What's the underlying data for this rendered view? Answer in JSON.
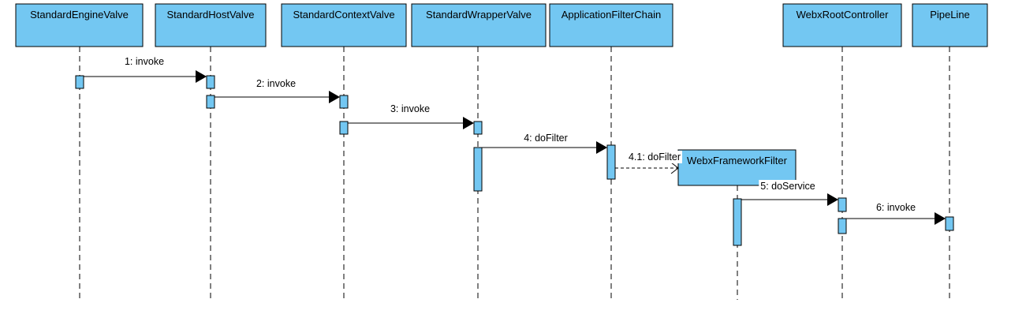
{
  "diagram": {
    "type": "sequence",
    "box_color": "#73c7f2",
    "lifelines": [
      {
        "id": "engine",
        "name": "StandardEngineValve"
      },
      {
        "id": "host",
        "name": "StandardHostValve"
      },
      {
        "id": "context",
        "name": "StandardContextValve"
      },
      {
        "id": "wrapper",
        "name": "StandardWrapperValve"
      },
      {
        "id": "chain",
        "name": "ApplicationFilterChain"
      },
      {
        "id": "filter",
        "name": "WebxFrameworkFilter"
      },
      {
        "id": "controller",
        "name": "WebxRootController"
      },
      {
        "id": "pipeline",
        "name": "PipeLine"
      }
    ],
    "messages": [
      {
        "label": "1: invoke",
        "from": "engine",
        "to": "host",
        "style": "sync"
      },
      {
        "label": "2: invoke",
        "from": "host",
        "to": "context",
        "style": "sync"
      },
      {
        "label": "3: invoke",
        "from": "context",
        "to": "wrapper",
        "style": "sync"
      },
      {
        "label": "4: doFilter",
        "from": "wrapper",
        "to": "chain",
        "style": "sync"
      },
      {
        "label": "4.1: doFilter",
        "from": "chain",
        "to": "filter",
        "style": "create"
      },
      {
        "label": "5: doService",
        "from": "filter",
        "to": "controller",
        "style": "sync"
      },
      {
        "label": "6: invoke",
        "from": "controller",
        "to": "pipeline",
        "style": "sync"
      }
    ]
  }
}
